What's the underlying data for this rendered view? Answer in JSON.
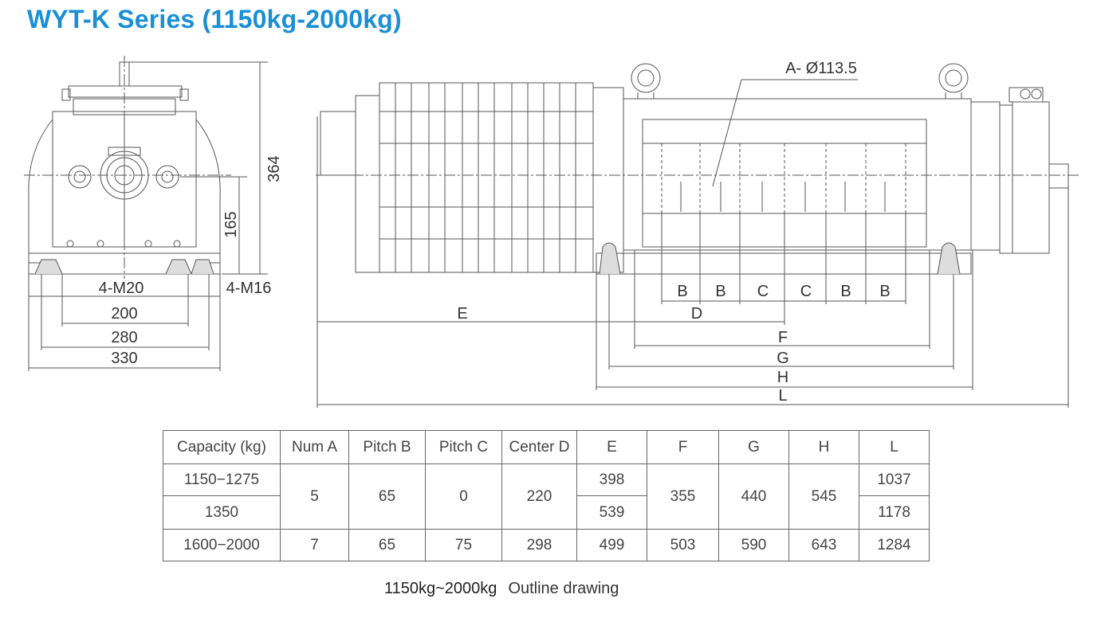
{
  "title": "WYT-K Series (1150kg-2000kg)",
  "drawing": {
    "side_view": {
      "dims": {
        "height_total": "364",
        "height_axis": "165",
        "bolt_left": "4-M20",
        "bolt_right": "4-M16",
        "w200": "200",
        "w280": "280",
        "w330": "330"
      }
    },
    "front_view": {
      "sheave_label": "A- Ø113.5",
      "groove_labels": [
        "B",
        "B",
        "C",
        "C",
        "B",
        "B"
      ],
      "dim_letters": {
        "E": "E",
        "D": "D",
        "F": "F",
        "G": "G",
        "H": "H",
        "L": "L"
      }
    }
  },
  "table": {
    "headers": [
      "Capacity (kg)",
      "Num A",
      "Pitch B",
      "Pitch C",
      "Center D",
      "E",
      "F",
      "G",
      "H",
      "L"
    ],
    "rows": [
      {
        "capacity": "1150−1275",
        "num_a": "5",
        "pitch_b": "65",
        "pitch_c": "0",
        "center_d": "220",
        "e": "398",
        "f": "355",
        "g": "440",
        "h": "545",
        "l": "1037"
      },
      {
        "capacity": "1350",
        "e": "539",
        "l": "1178"
      },
      {
        "capacity": "1600−2000",
        "num_a": "7",
        "pitch_b": "65",
        "pitch_c": "75",
        "center_d": "298",
        "e": "499",
        "f": "503",
        "g": "590",
        "h": "643",
        "l": "1284"
      }
    ]
  },
  "caption": {
    "range": "1150kg~2000kg",
    "text": "Outline drawing"
  }
}
